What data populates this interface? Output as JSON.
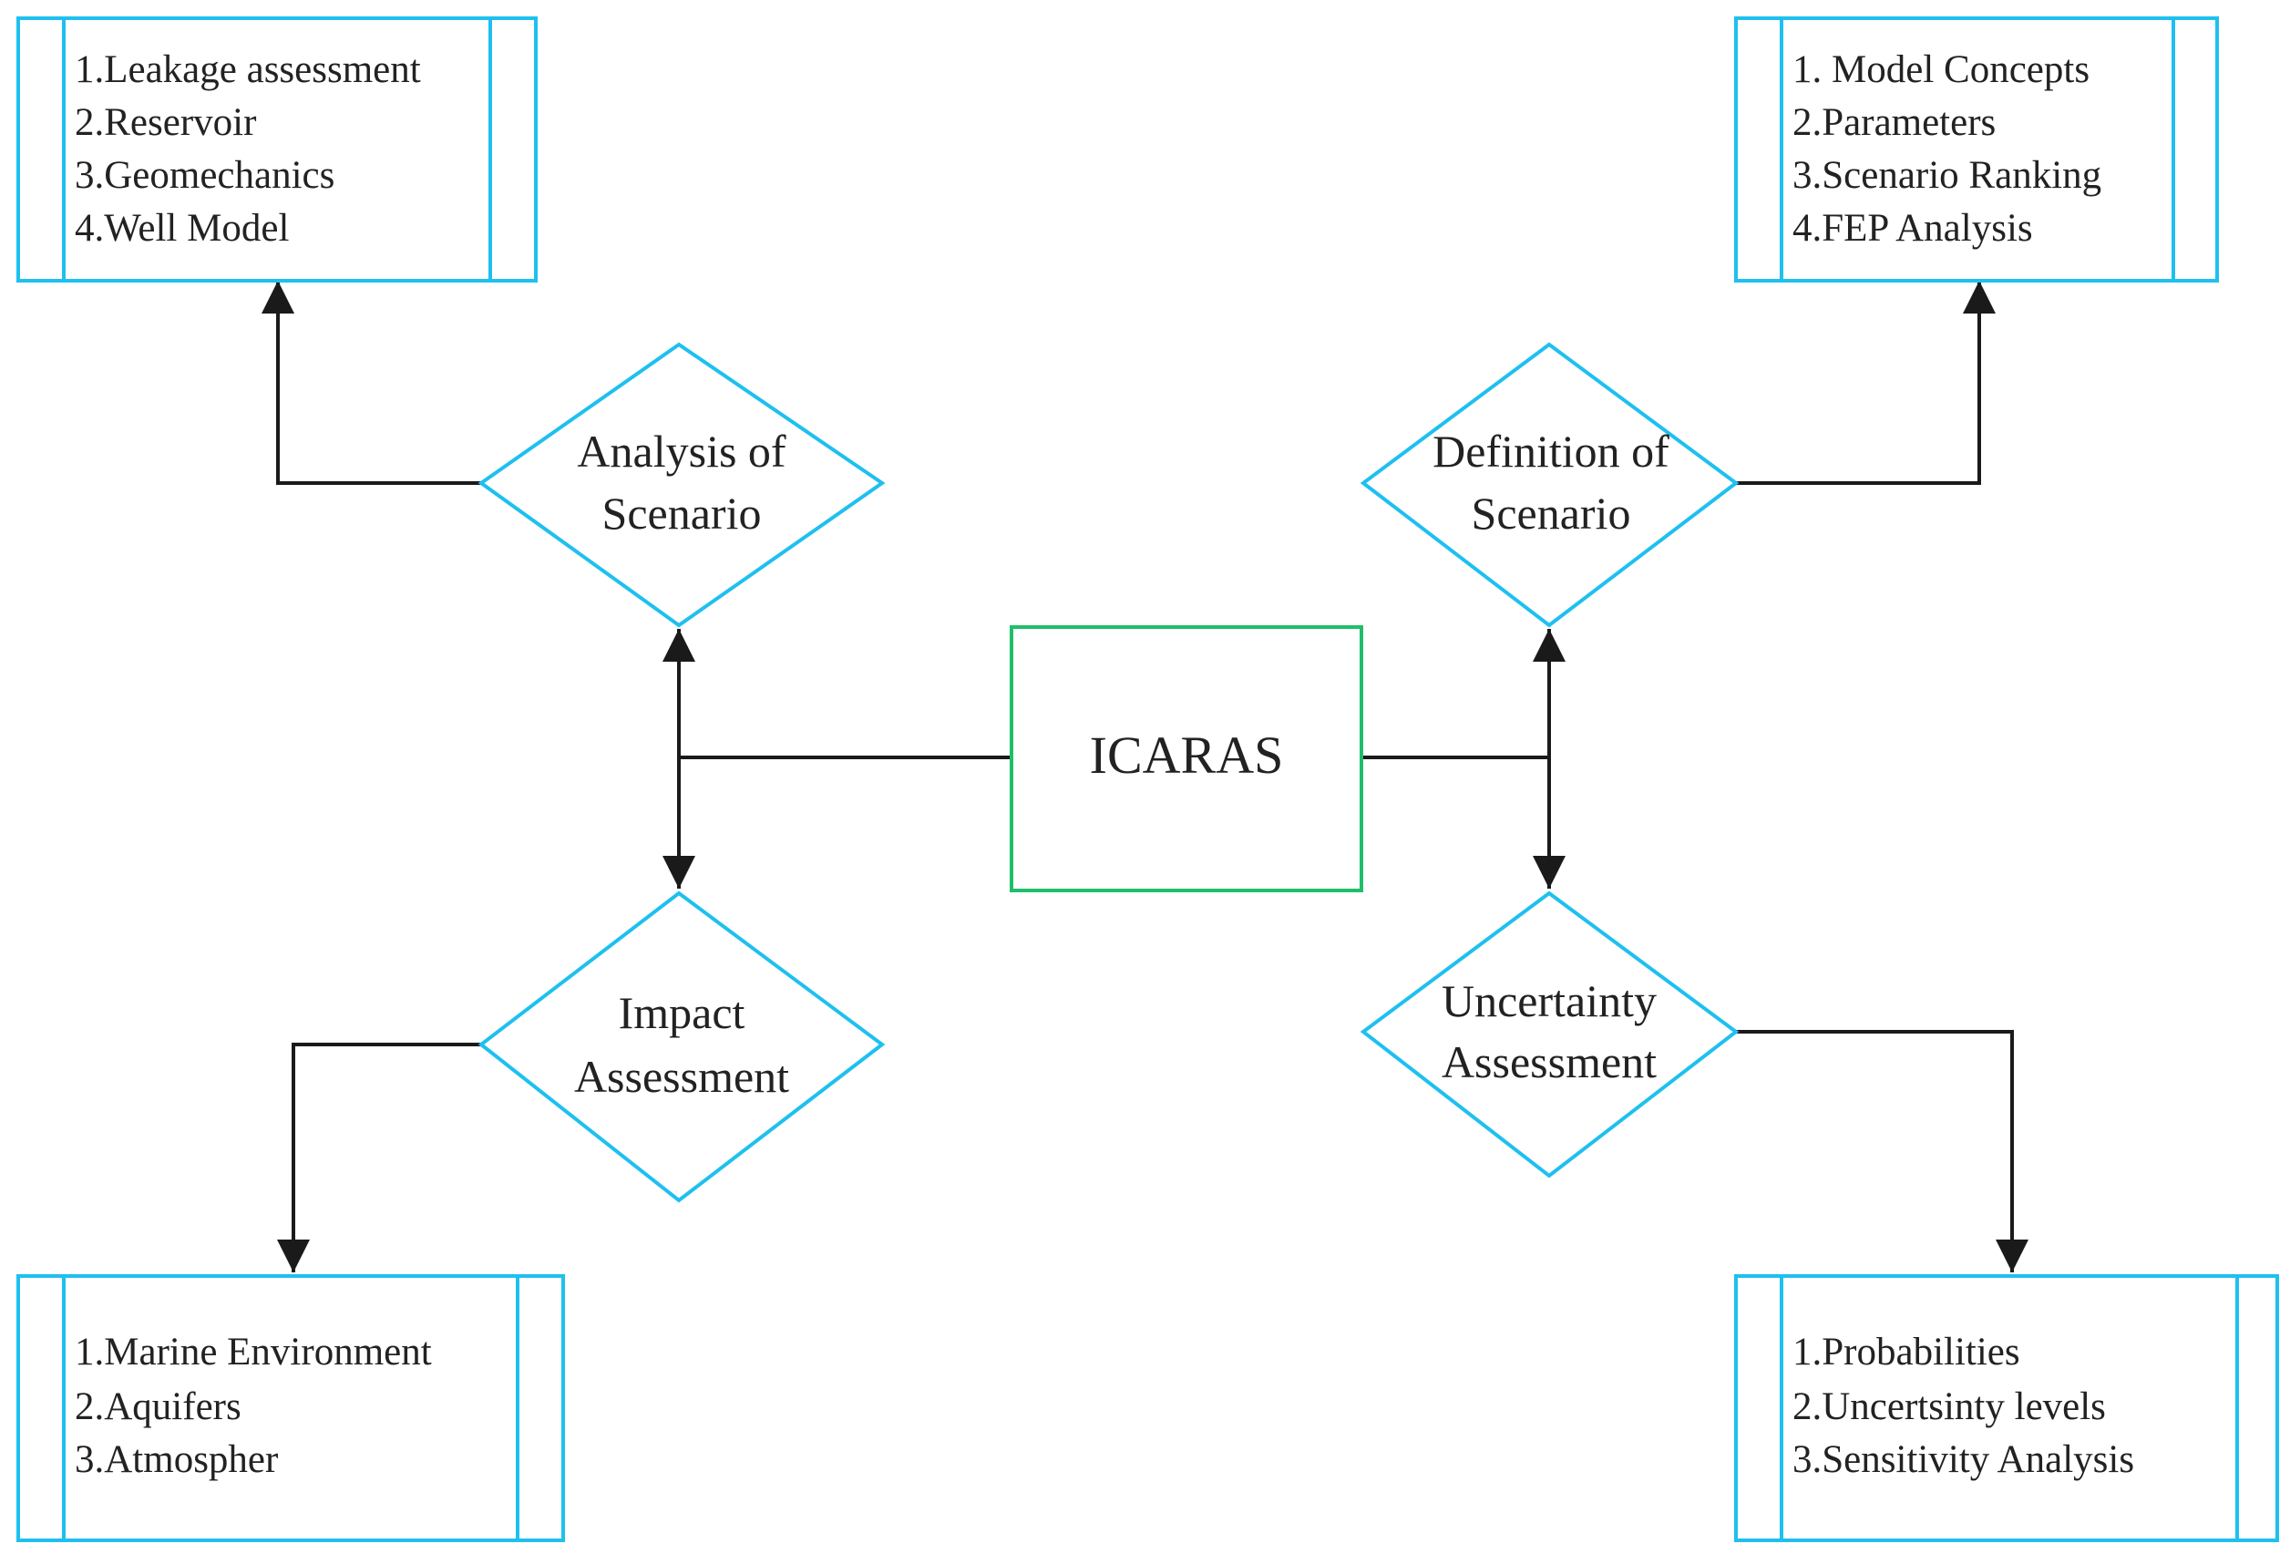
{
  "center": {
    "label": "ICARAS"
  },
  "diamonds": {
    "analysis": {
      "line1": "Analysis of",
      "line2": "Scenario"
    },
    "definition": {
      "line1": "Definition of",
      "line2": "Scenario"
    },
    "impact": {
      "line1": "Impact",
      "line2": "Assessment"
    },
    "uncertainty": {
      "line1": "Uncertainty",
      "line2": "Assessment"
    }
  },
  "boxes": {
    "analysis": {
      "items": [
        "1.Leakage assessment",
        "2.Reservoir",
        "3.Geomechanics",
        "4.Well Model"
      ]
    },
    "definition": {
      "items": [
        "1. Model Concepts",
        "2.Parameters",
        "3.Scenario Ranking",
        "4.FEP Analysis"
      ]
    },
    "impact": {
      "items": [
        "1.Marine Environment",
        "2.Aquifers",
        "3.Atmospher"
      ]
    },
    "uncertainty": {
      "items": [
        "1.Probabilities",
        "2.Uncertsinty levels",
        "3.Sensitivity Analysis"
      ]
    }
  },
  "colors": {
    "node_border": "#1ec0ef",
    "center_border": "#1fbf6a",
    "connector": "#1a1a1a",
    "text": "#222222"
  }
}
